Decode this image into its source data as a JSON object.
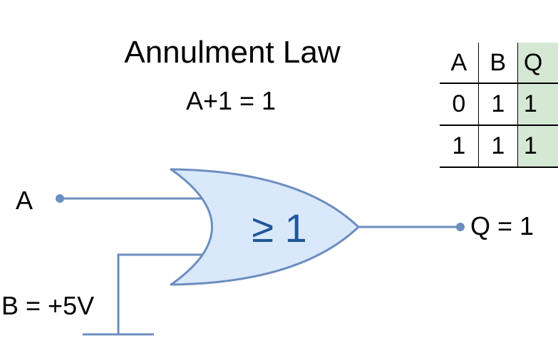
{
  "title": "Annulment Law",
  "equation": "A+1 = 1",
  "truth_table": {
    "headers": [
      "A",
      "B",
      "Q"
    ],
    "rows": [
      [
        "0",
        "1",
        "1"
      ],
      [
        "1",
        "1",
        "1"
      ]
    ]
  },
  "gate": {
    "symbol": "≥ 1",
    "fill_color": "#dae8fc",
    "stroke_color": "#6c8ebf",
    "symbol_color": "#1f5799"
  },
  "inputs": {
    "a_label": "A",
    "b_label": "B = +5V"
  },
  "output": {
    "q_label": "Q = 1"
  },
  "colors": {
    "output_column": "#d5e8d4",
    "wire": "#6c8ebf"
  }
}
